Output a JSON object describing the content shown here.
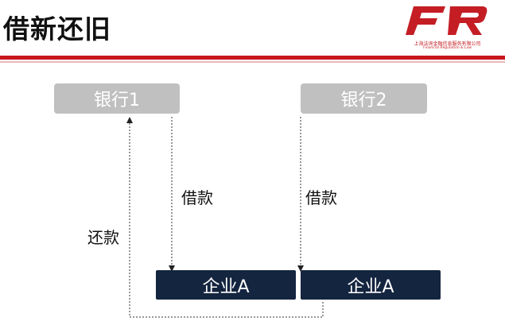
{
  "title": "借新还旧",
  "logo": {
    "mark": "FR",
    "company_cn": "上海法询金融信息服务有限公司",
    "company_en": "Financial Regulation & Law"
  },
  "nodes": {
    "bank1": "银行1",
    "bank2": "银行2",
    "company_left": "企业A",
    "company_right": "企业A"
  },
  "labels": {
    "loan1": "借款",
    "loan2": "借款",
    "repay": "还款"
  },
  "colors": {
    "accent": "#c8161d",
    "bank_box": "#c0c0c0",
    "company_box": "#14253f"
  }
}
